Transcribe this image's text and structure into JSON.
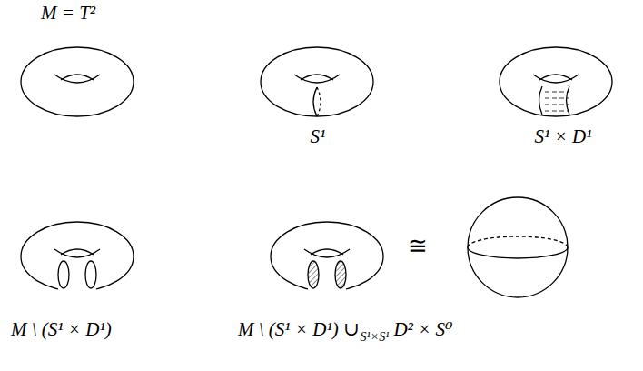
{
  "diagram": {
    "labels": [
      "M = T²",
      "S¹",
      "S¹ × D¹",
      "M \\ (S¹ × D¹)",
      "M \\ (S¹ × D¹) ∪",
      "S¹×S¹",
      "D² × S⁰",
      "≅"
    ]
  }
}
